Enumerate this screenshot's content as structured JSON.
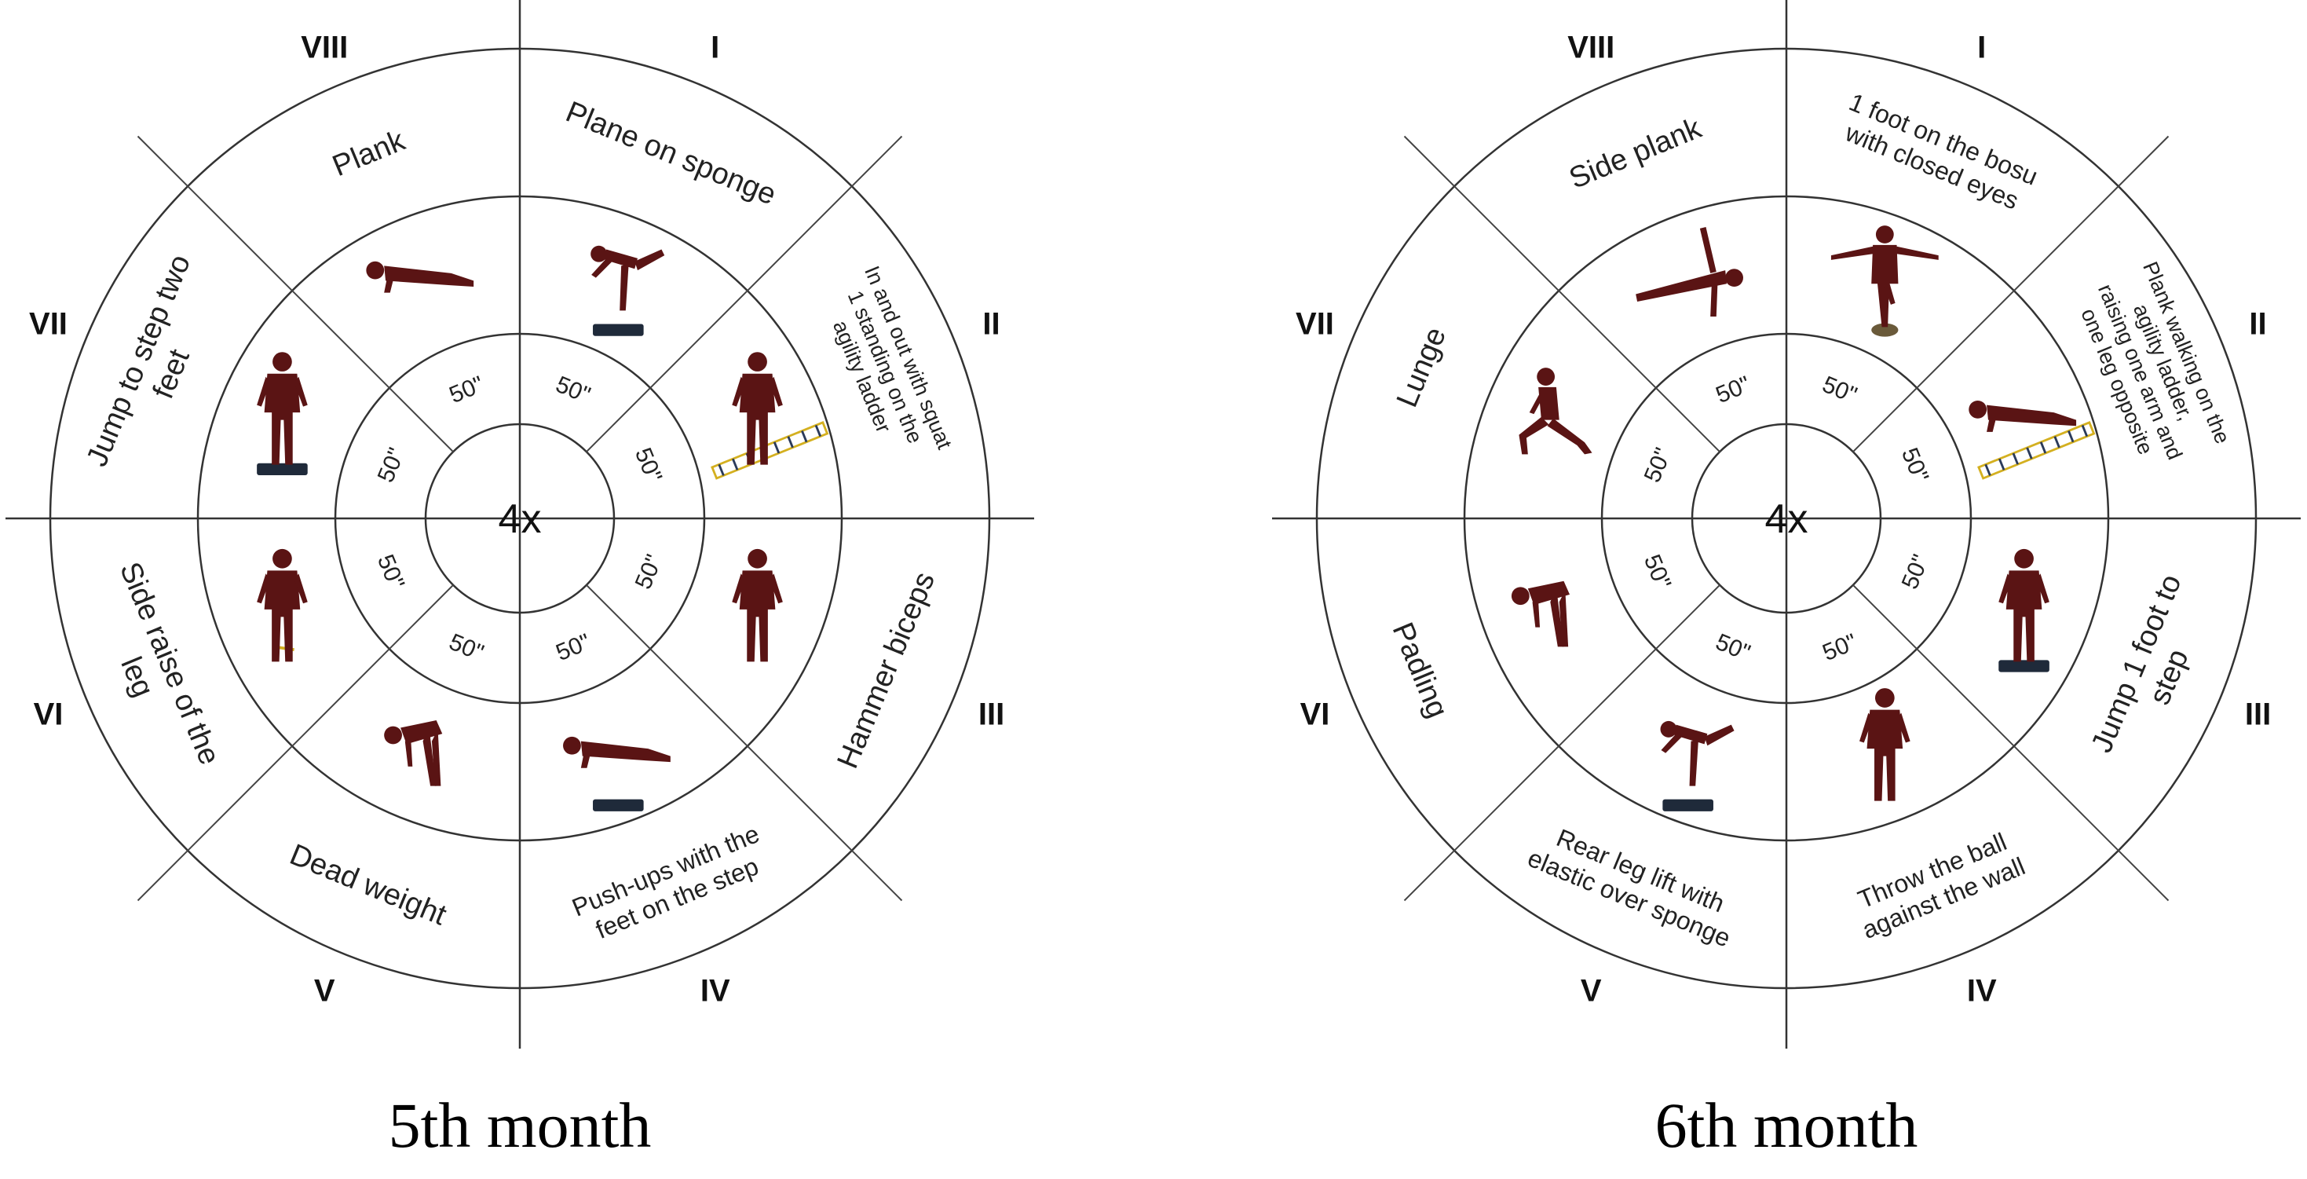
{
  "wheels": [
    {
      "id": "month5",
      "caption": "5th month",
      "center": "4x",
      "sectors": [
        {
          "roman": "I",
          "exercise": "Plane on sponge",
          "duration": "50\""
        },
        {
          "roman": "II",
          "exercise": "In and out with squat 1 standing on the agility ladder",
          "duration": "50\""
        },
        {
          "roman": "III",
          "exercise": "Hammer biceps",
          "duration": "50\""
        },
        {
          "roman": "IV",
          "exercise": "Push-ups with the feet on the step",
          "duration": "50\""
        },
        {
          "roman": "V",
          "exercise": "Dead weight",
          "duration": "50\""
        },
        {
          "roman": "VI",
          "exercise": "Side raise of the leg",
          "duration": "50\""
        },
        {
          "roman": "VII",
          "exercise": "Jump to step two feet",
          "duration": "50\""
        },
        {
          "roman": "VIII",
          "exercise": "Plank",
          "duration": "50\""
        }
      ]
    },
    {
      "id": "month6",
      "caption": "6th month",
      "center": "4x",
      "sectors": [
        {
          "roman": "I",
          "exercise": "1 foot on the bosu with closed eyes",
          "duration": "50\""
        },
        {
          "roman": "II",
          "exercise": "Plank walking on the agility ladder, raising one arm and one leg opposite",
          "duration": "50\""
        },
        {
          "roman": "III",
          "exercise": "Jump 1 foot to step",
          "duration": "50\""
        },
        {
          "roman": "IV",
          "exercise": "Throw the ball against the wall",
          "duration": "50\""
        },
        {
          "roman": "V",
          "exercise": "Rear leg lift with elastic over sponge",
          "duration": "50\""
        },
        {
          "roman": "VI",
          "exercise": "Padling",
          "duration": "50\""
        },
        {
          "roman": "VII",
          "exercise": "Lunge",
          "duration": "50\""
        },
        {
          "roman": "VIII",
          "exercise": "Side plank",
          "duration": "50\""
        }
      ]
    }
  ],
  "colors": {
    "figure": "#5a1414",
    "figure_dark": "#1a0808",
    "step": "#1f2a3a",
    "ladder": "#d4b020"
  }
}
